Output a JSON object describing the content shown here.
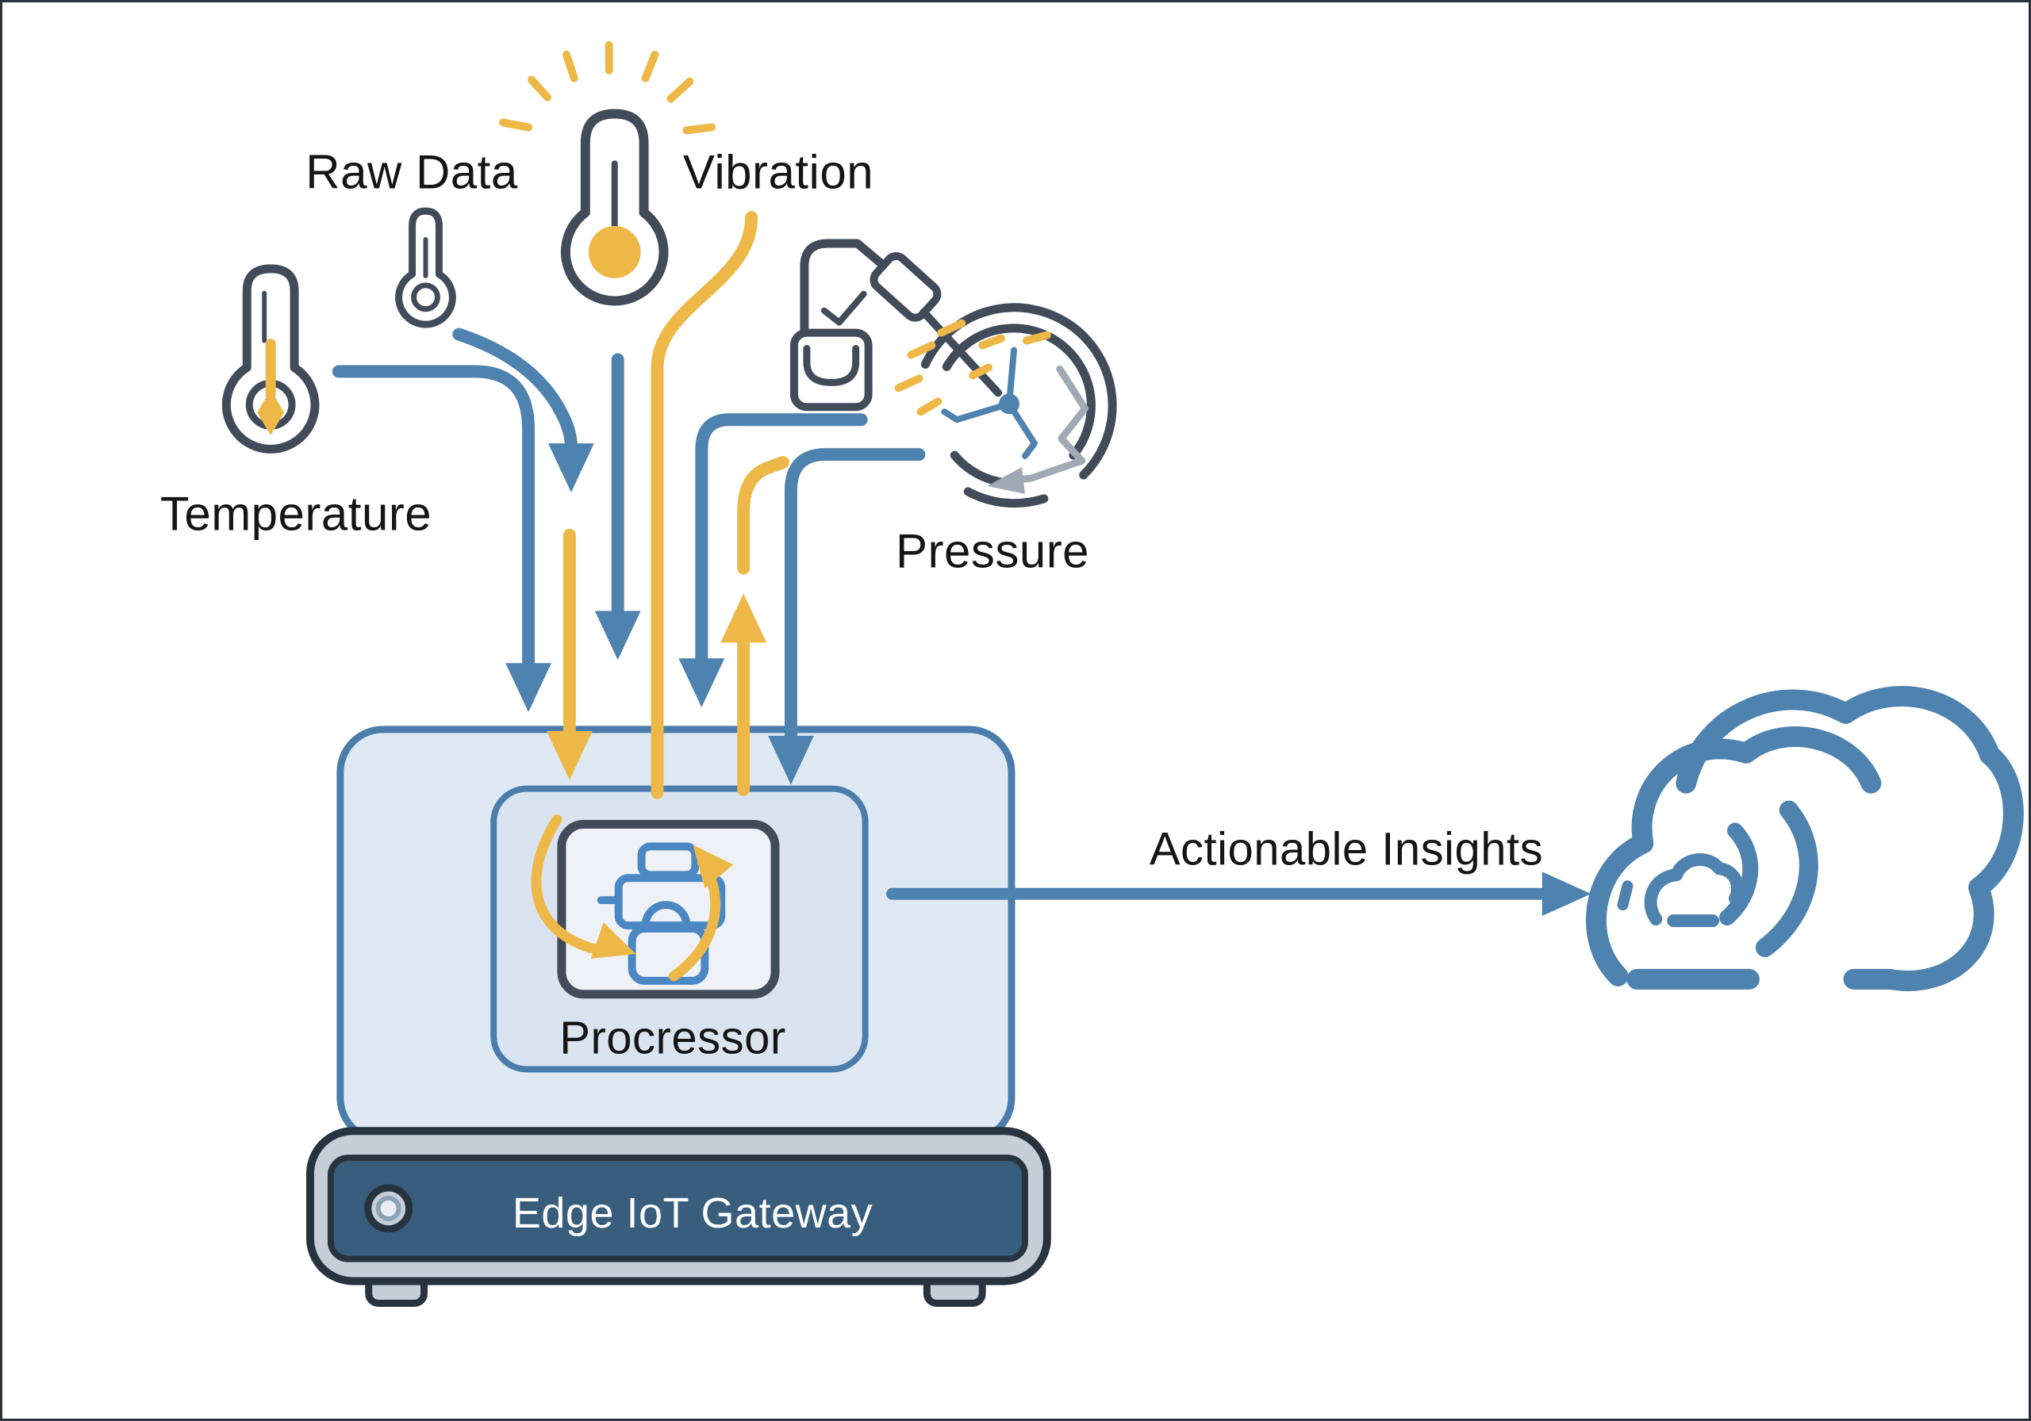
{
  "meta": {
    "title": "Edge IoT Gateway data flow diagram"
  },
  "labels": {
    "raw_data": "Raw Data",
    "vibration": "Vibration",
    "temperature": "Temperature",
    "pressure": "Pressure",
    "processor": "Procressor",
    "gateway": "Edge IoT Gateway",
    "insights": "Actionable Insights"
  },
  "theme": {
    "blue": "#4e82af",
    "boxBorder": "#4a7dab",
    "yellow": "#edb847",
    "slate": "#414b59",
    "dark": "#27333f",
    "panel": "#395d7c",
    "band": "#c6cfd7",
    "gatewayFill": "#dfe9f3",
    "innerFill": "#d9e4f0",
    "iconBoxFill": "#eef2f7",
    "chipBlue": "#4b87c2",
    "gray": "#a0a9b4",
    "text": "#151515",
    "white": "#ffffff",
    "bg": "#ffffff"
  },
  "icons": [
    {
      "name": "temperature-thermometer-icon"
    },
    {
      "name": "raw-data-thermometer-icon"
    },
    {
      "name": "vibration-thermometer-icon"
    },
    {
      "name": "pressure-probe-icon"
    },
    {
      "name": "pressure-gauge-icon"
    },
    {
      "name": "processor-chip-icon"
    },
    {
      "name": "led-indicator-icon"
    },
    {
      "name": "cloud-icon"
    }
  ]
}
